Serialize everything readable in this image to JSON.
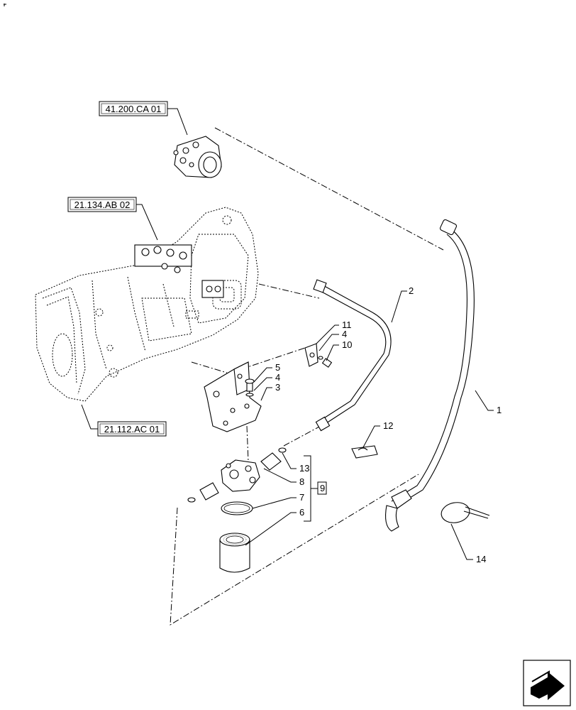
{
  "references": {
    "steering_motor": "41.200.CA 01",
    "transmission_valve": "21.134.AB 02",
    "transmission_housing": "21.112.AC 01"
  },
  "callouts": {
    "c1": "1",
    "c2": "2",
    "c3": "3",
    "c4a": "4",
    "c4b": "4",
    "c5": "5",
    "c6": "6",
    "c7": "7",
    "c8": "8",
    "c9": "9",
    "c10": "10",
    "c11": "11",
    "c12": "12",
    "c13": "13",
    "c14": "14"
  },
  "icons": {
    "corner": "navigation-arrow-icon"
  }
}
